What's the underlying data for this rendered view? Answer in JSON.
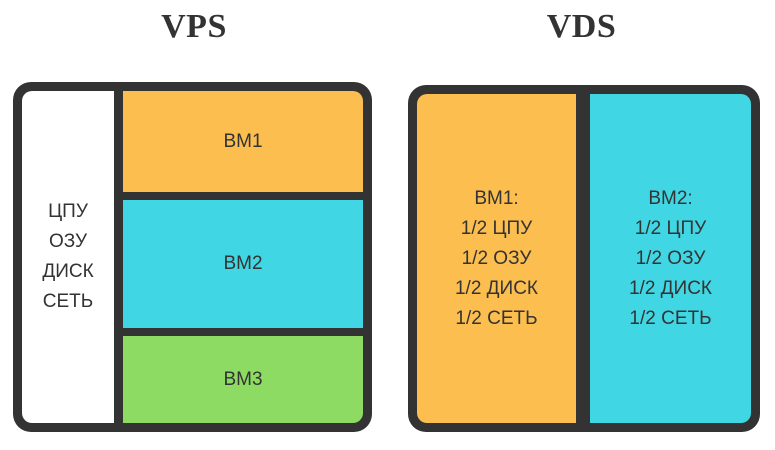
{
  "panels": [
    {
      "id": "vps",
      "title": "VPS",
      "host_resources": {
        "label": "host-shared-resources",
        "lines": [
          "ЦПУ",
          "ОЗУ",
          "ДИСК",
          "СЕТЬ"
        ],
        "background": "#ffffff"
      },
      "vms": [
        {
          "name": "ВМ1",
          "color": "#FBBE4F",
          "specs": []
        },
        {
          "name": "ВМ2",
          "color": "#41D6E3",
          "specs": []
        },
        {
          "name": "ВМ3",
          "color": "#8EDB63",
          "specs": []
        }
      ]
    },
    {
      "id": "vds",
      "title": "VDS",
      "vms": [
        {
          "name": "ВМ1:",
          "color": "#FBBE4F",
          "specs": [
            "1/2 ЦПУ",
            "1/2 ОЗУ",
            "1/2 ДИСК",
            "1/2 СЕТЬ"
          ]
        },
        {
          "name": "ВМ2:",
          "color": "#41D6E3",
          "specs": [
            "1/2 ЦПУ",
            "1/2 ОЗУ",
            "1/2 ДИСК",
            "1/2 СЕТЬ"
          ]
        }
      ]
    }
  ],
  "colors": {
    "frame": "#333333",
    "text": "#333333",
    "orange": "#FBBE4F",
    "cyan": "#41D6E3",
    "green": "#8EDB63",
    "white": "#ffffff"
  }
}
